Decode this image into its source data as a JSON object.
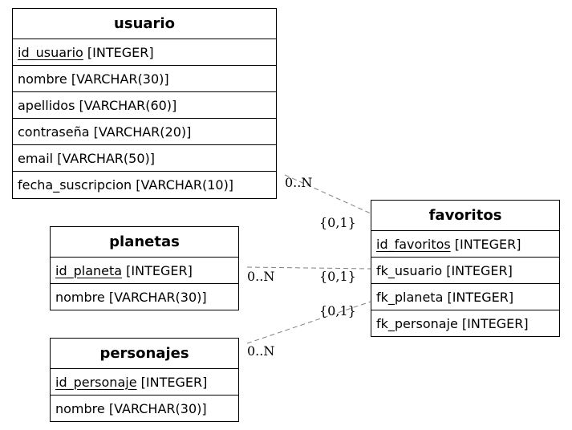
{
  "entities": {
    "usuario": {
      "name": "usuario",
      "attributes": [
        {
          "key": "id_usuario",
          "rest": " [INTEGER]",
          "pk": true
        },
        {
          "text": "nombre [VARCHAR(30)]"
        },
        {
          "text": "apellidos [VARCHAR(60)]"
        },
        {
          "text": "contraseña [VARCHAR(20)]"
        },
        {
          "text": "email [VARCHAR(50)]"
        },
        {
          "text": "fecha_suscripcion [VARCHAR(10)]"
        }
      ]
    },
    "planetas": {
      "name": "planetas",
      "attributes": [
        {
          "key": "id_planeta",
          "rest": " [INTEGER]",
          "pk": true
        },
        {
          "text": "nombre [VARCHAR(30)]"
        }
      ]
    },
    "personajes": {
      "name": "personajes",
      "attributes": [
        {
          "key": "id_personaje",
          "rest": " [INTEGER]",
          "pk": true
        },
        {
          "text": "nombre [VARCHAR(30)]"
        }
      ]
    },
    "favoritos": {
      "name": "favoritos",
      "attributes": [
        {
          "key": "id_favoritos",
          "rest": " [INTEGER]",
          "pk": true
        },
        {
          "text": "fk_usuario [INTEGER]"
        },
        {
          "text": "fk_planeta [INTEGER]"
        },
        {
          "text": "fk_personaje [INTEGER]"
        }
      ]
    }
  },
  "relationships": [
    {
      "from": "usuario",
      "to": "favoritos",
      "from_card": "0..N",
      "to_card": "{0,1}"
    },
    {
      "from": "planetas",
      "to": "favoritos",
      "from_card": "0..N",
      "to_card": "{0,1}"
    },
    {
      "from": "personajes",
      "to": "favoritos",
      "from_card": "0..N",
      "to_card": "{0,1}"
    }
  ],
  "colors": {
    "line": "#808080",
    "border": "#000000"
  }
}
